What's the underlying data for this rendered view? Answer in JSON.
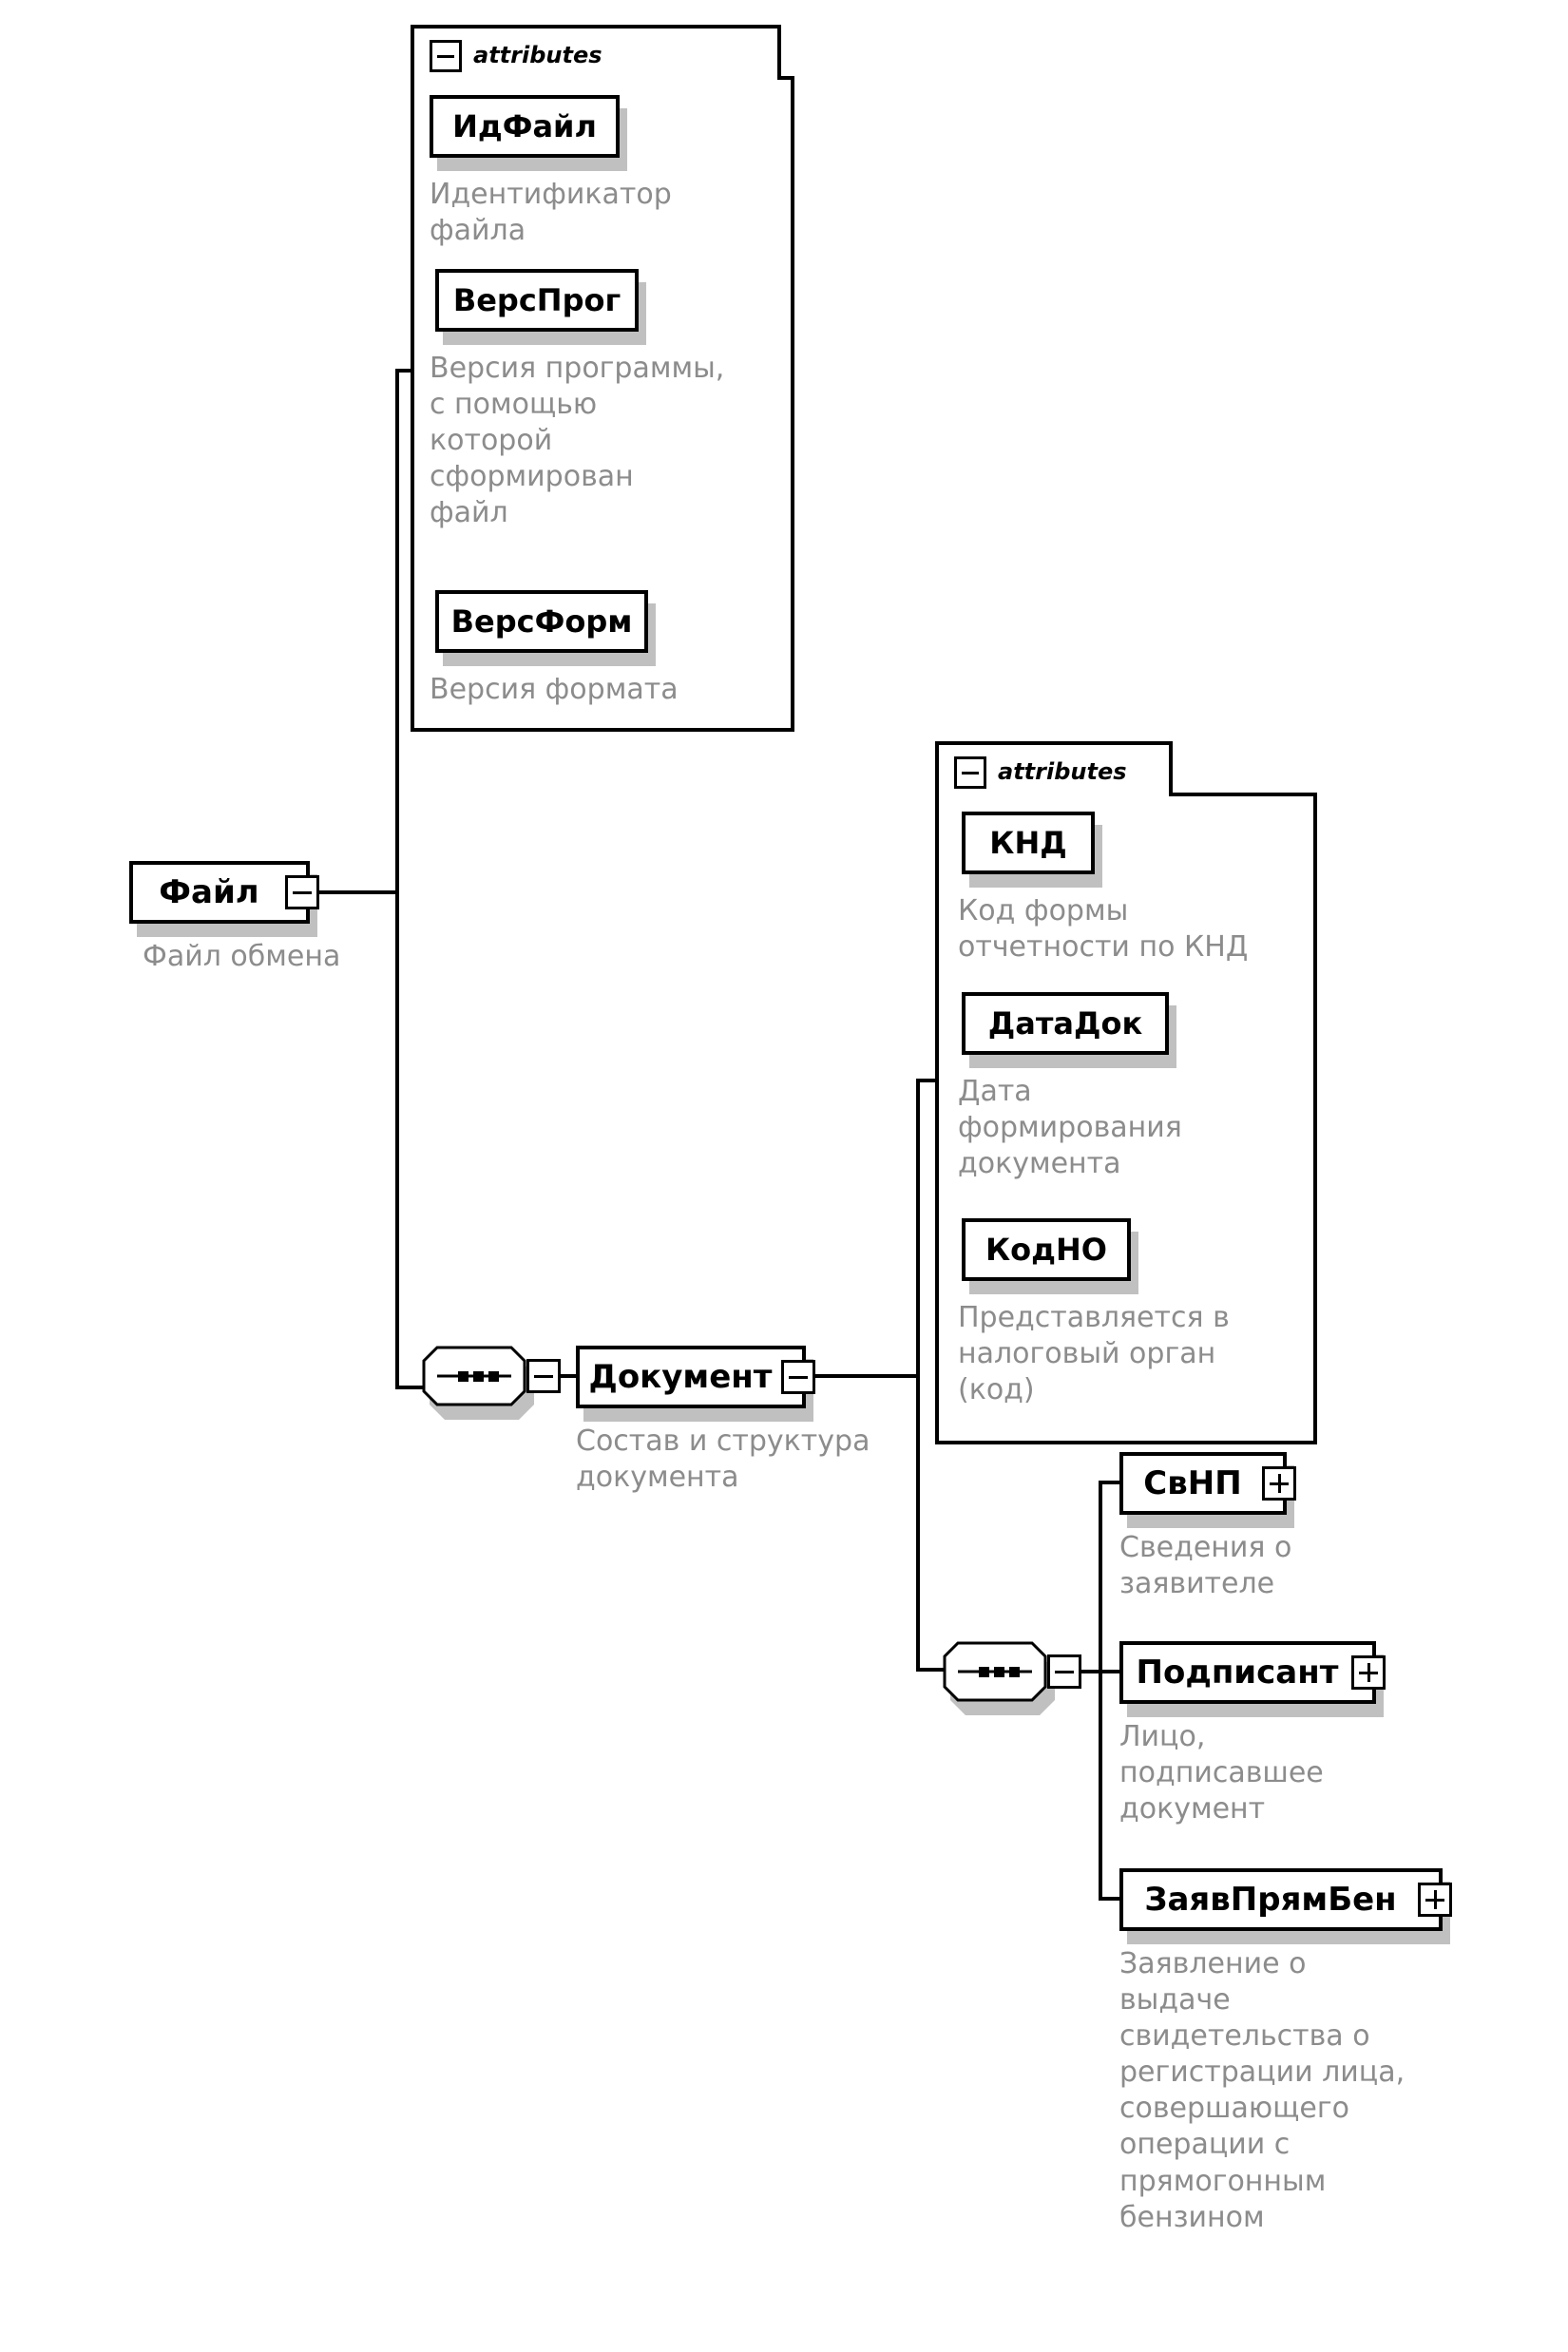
{
  "diagram": {
    "type": "xsd-tree",
    "title": "XML Schema structure diagram",
    "colors": {
      "stroke": "#000000",
      "background": "#ffffff",
      "shadow": "#c0c0c0",
      "documentation_text": "#8c8c8c"
    },
    "attributes_header_label": "attributes",
    "root": {
      "name": "Файл",
      "documentation": "Файл обмена",
      "toggle": "minus",
      "toggle_icon": "minus-icon",
      "attributes": [
        {
          "name": "ИдФайл",
          "documentation": "Идентификатор\nфайла"
        },
        {
          "name": "ВерсПрог",
          "documentation": "Версия программы,\nс помощью\nкоторой\nсформирован\nфайл"
        },
        {
          "name": "ВерсФорм",
          "documentation": "Версия формата"
        }
      ],
      "children": [
        {
          "name": "Документ",
          "documentation": "Состав и структура\nдокумента",
          "toggle": "minus",
          "toggle_icon": "minus-icon",
          "compositor": "sequence",
          "compositor_icon": "sequence-icon",
          "attributes": [
            {
              "name": "КНД",
              "documentation": "Код формы\nотчетности по КНД"
            },
            {
              "name": "ДатаДок",
              "documentation": "Дата\nформирования\nдокумента"
            },
            {
              "name": "КодНО",
              "documentation": "Представляется в\nналоговый орган\n(код)"
            }
          ],
          "children_compositor": "sequence",
          "children_compositor_icon": "sequence-icon",
          "children_toggle": "minus",
          "children": [
            {
              "name": "СвНП",
              "documentation": "Сведения о\nзаявителе",
              "toggle": "plus",
              "toggle_icon": "plus-icon"
            },
            {
              "name": "Подписант",
              "documentation": "Лицо,\nподписавшее\nдокумент",
              "toggle": "plus",
              "toggle_icon": "plus-icon"
            },
            {
              "name": "ЗаявПрямБен",
              "documentation": "Заявление о\nвыдаче\nсвидетельства о\nрегистрации лица,\nсовершающего\nоперации с\nпрямогонным\nбензином",
              "toggle": "plus",
              "toggle_icon": "plus-icon"
            }
          ]
        }
      ]
    }
  }
}
